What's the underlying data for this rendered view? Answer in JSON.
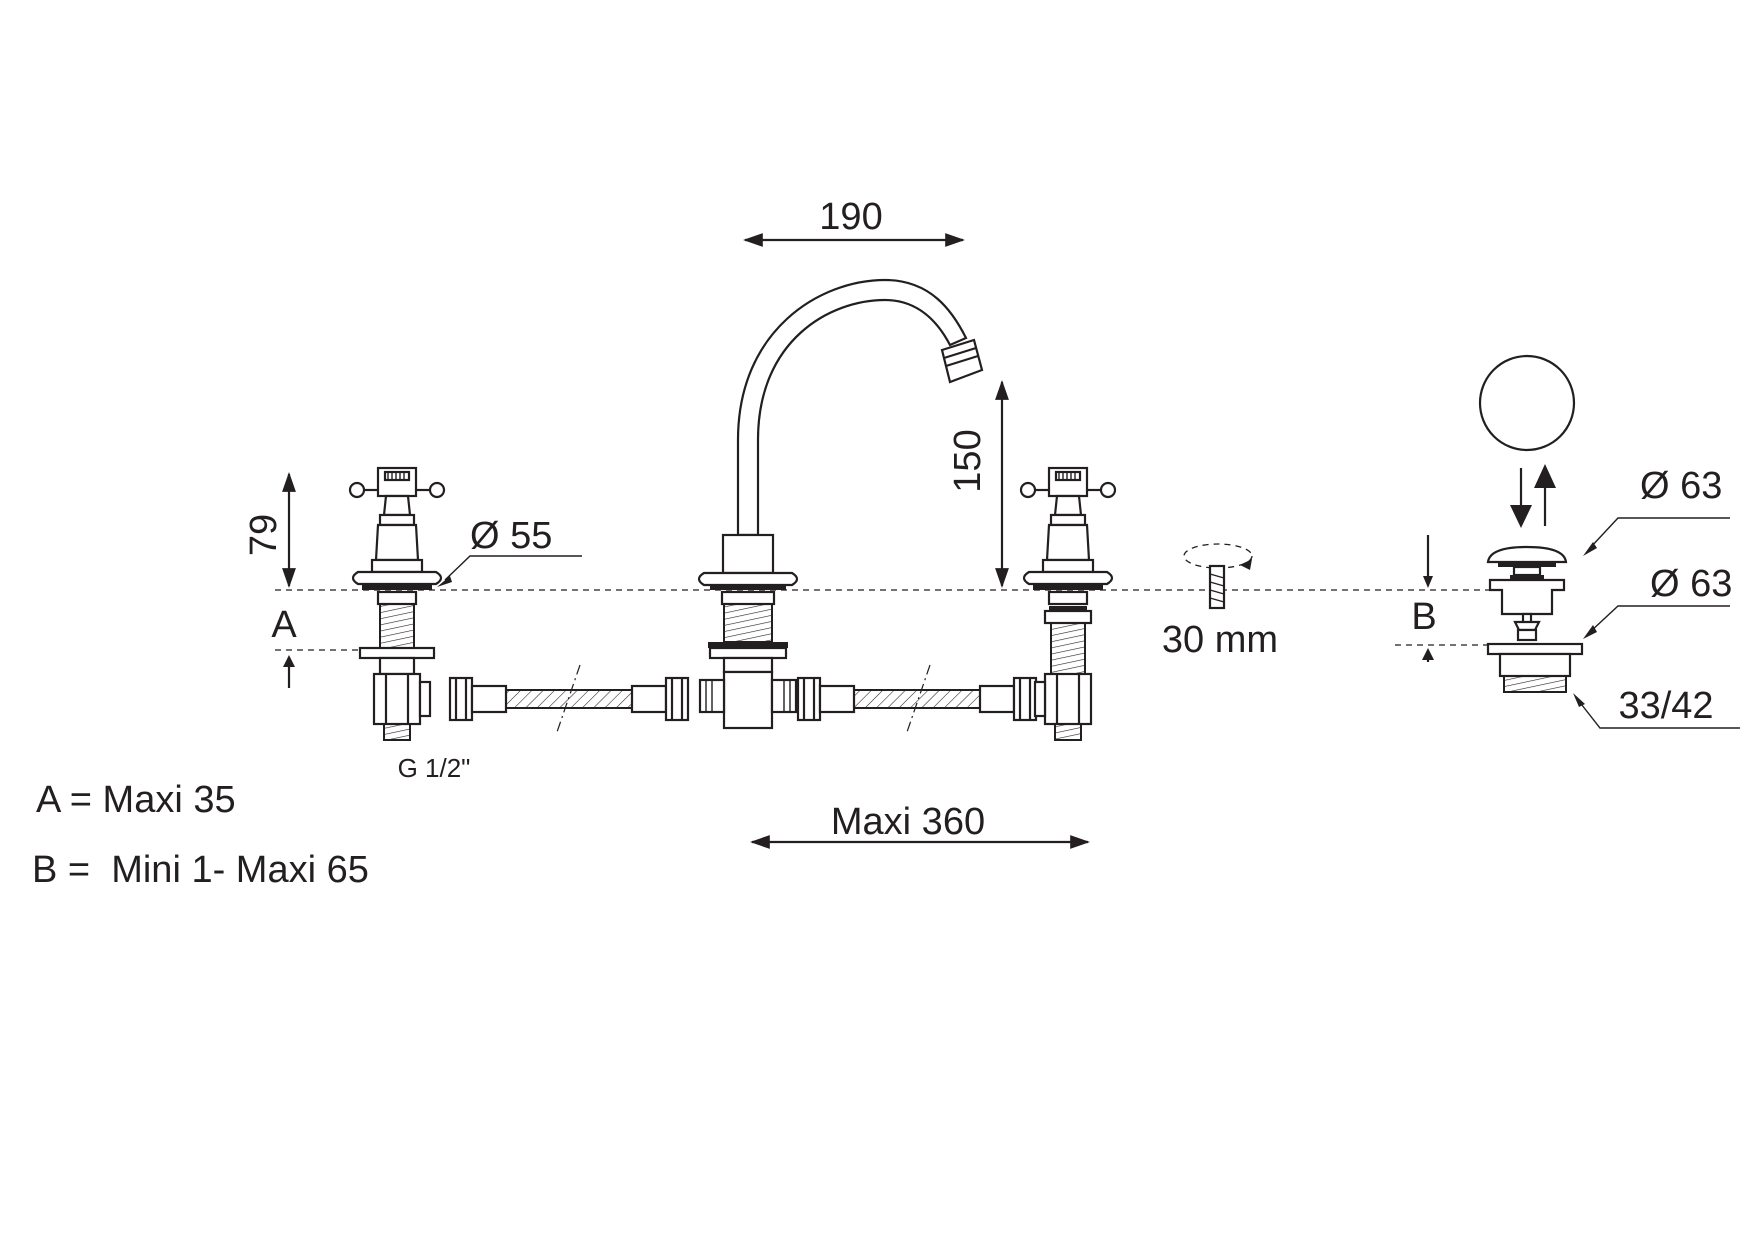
{
  "dimensions": {
    "spout_reach": "190",
    "spout_height": "150",
    "handle_height": "79",
    "flange_diameter": "Ø 55",
    "deck_thickness_label": "A",
    "fixing_length": "30 mm",
    "connector_thread": "G 1/2\"",
    "hose_spacing": "Maxi 360",
    "waste_cap_diameter": "Ø 63",
    "waste_flange_diameter": "Ø 63",
    "waste_thickness_label": "B",
    "waste_thread": "33/42"
  },
  "legend": {
    "a": "A = Maxi 35",
    "b": "B =  Mini 1- Maxi 65"
  },
  "icons": {
    "arrows": "up-down-arrows-icon",
    "cap": "waste-cap-circle-icon"
  }
}
